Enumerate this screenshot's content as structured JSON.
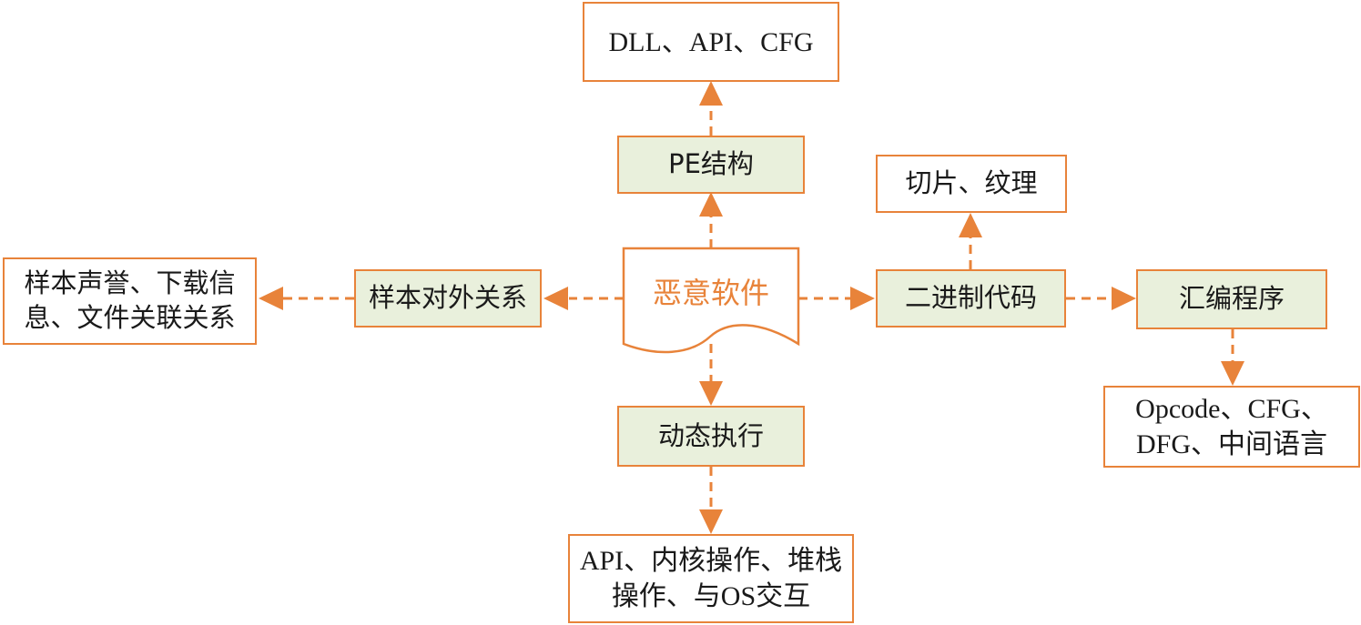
{
  "center": {
    "label": "恶意软件"
  },
  "nodes": {
    "pe_structure": "PE结构",
    "pe_output": "DLL、API、CFG",
    "relations": "样本对外关系",
    "relations_output": "样本声誉、下载信\n息、文件关联关系",
    "binary_code": "二进制代码",
    "binary_output": "切片、纹理",
    "assembly": "汇编程序",
    "assembly_output": "Opcode、CFG、\nDFG、中间语言",
    "dynamic": "动态执行",
    "dynamic_output": "API、内核操作、堆栈\n操作、与OS交互"
  },
  "colors": {
    "accent": "#e8833a",
    "fill": "#e9f0dc"
  }
}
